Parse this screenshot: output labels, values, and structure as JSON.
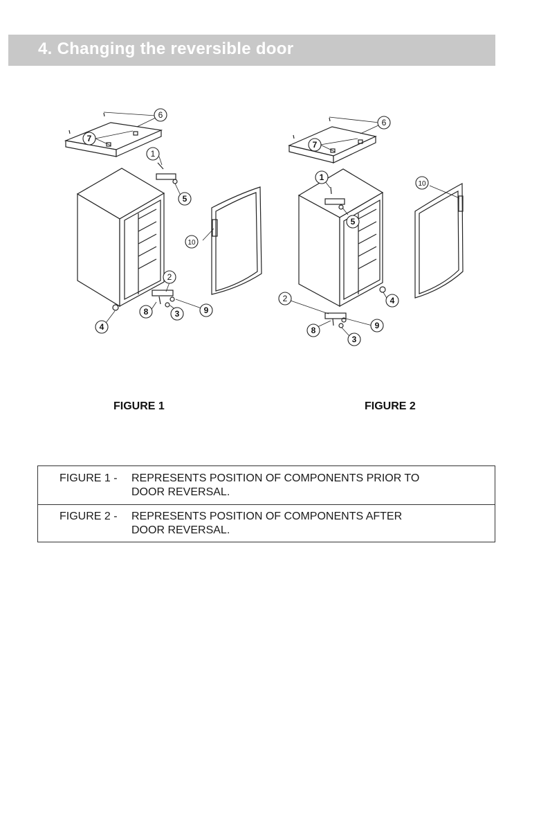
{
  "header": {
    "title": "4. Changing the reversible door"
  },
  "figures": [
    {
      "caption": "FIGURE 1",
      "callouts": [
        "1",
        "2",
        "3",
        "4",
        "5",
        "6",
        "7",
        "8",
        "9",
        "10"
      ]
    },
    {
      "caption": "FIGURE 2",
      "callouts": [
        "1",
        "2",
        "3",
        "4",
        "5",
        "6",
        "7",
        "8",
        "9",
        "10"
      ]
    }
  ],
  "notes": [
    {
      "label": "FIGURE 1 -",
      "line1": "REPRESENTS POSITION OF COMPONENTS PRIOR TO",
      "line2": "DOOR REVERSAL."
    },
    {
      "label": "FIGURE 2 -",
      "line1": "REPRESENTS POSITION OF COMPONENTS AFTER",
      "line2": "DOOR REVERSAL."
    }
  ]
}
